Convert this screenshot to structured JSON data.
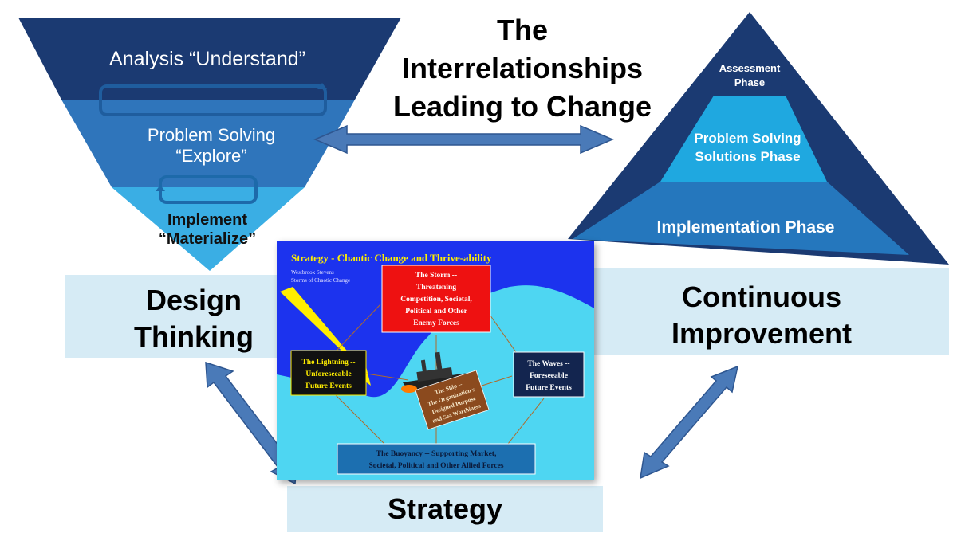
{
  "title_lines": [
    "The",
    "Interrelationships",
    "Leading to Change"
  ],
  "design_thinking": {
    "analysis": "Analysis “Understand”",
    "problem_solving_1": "Problem Solving",
    "problem_solving_2": "“Explore”",
    "implement_1": "Implement",
    "implement_2": "“Materialize”",
    "label_1": "Design",
    "label_2": "Thinking"
  },
  "continuous_improvement": {
    "assessment_1": "Assessment",
    "assessment_2": "Phase",
    "problem_solving_1": "Problem Solving",
    "problem_solving_2": "Solutions Phase",
    "implementation": "Implementation Phase",
    "label_1": "Continuous",
    "label_2": "Improvement"
  },
  "strategy": {
    "label": "Strategy",
    "inset": {
      "title": "Strategy - Chaotic Change and Thrive-ability",
      "author_1": "Westbrook Stevens",
      "author_2": "Storms of Chaotic Change",
      "storm": [
        "The Storm --",
        "Threatening",
        "Competition, Societal,",
        "Political and Other",
        "Enemy Forces"
      ],
      "lightning": [
        "The Lightning --",
        "Unforeseeable",
        "Future Events"
      ],
      "waves": [
        "The Waves --",
        "Foreseeable",
        "Future Events"
      ],
      "ship": [
        "The Ship --",
        "The Organization's",
        "Designed Purpose",
        "and Sea Worthiness"
      ],
      "buoyancy": [
        "The Buoyancy -- Supporting Market,",
        "Societal, Political and Other Allied Forces"
      ]
    }
  },
  "colors": {
    "navy": "#1b3a72",
    "mid_blue": "#2f75bb",
    "light_blue": "#1fa8e0",
    "sky_blue": "#39b9ea",
    "box_bg": "#d6ebf5",
    "arrow_blue": "#4a7ab8",
    "inset_bg": "#1c33ee",
    "inset_wave": "#4ed6f2",
    "storm_red": "#ee1111",
    "ship_brown": "#8b4a1e",
    "lightning_yellow": "#ffee00"
  }
}
